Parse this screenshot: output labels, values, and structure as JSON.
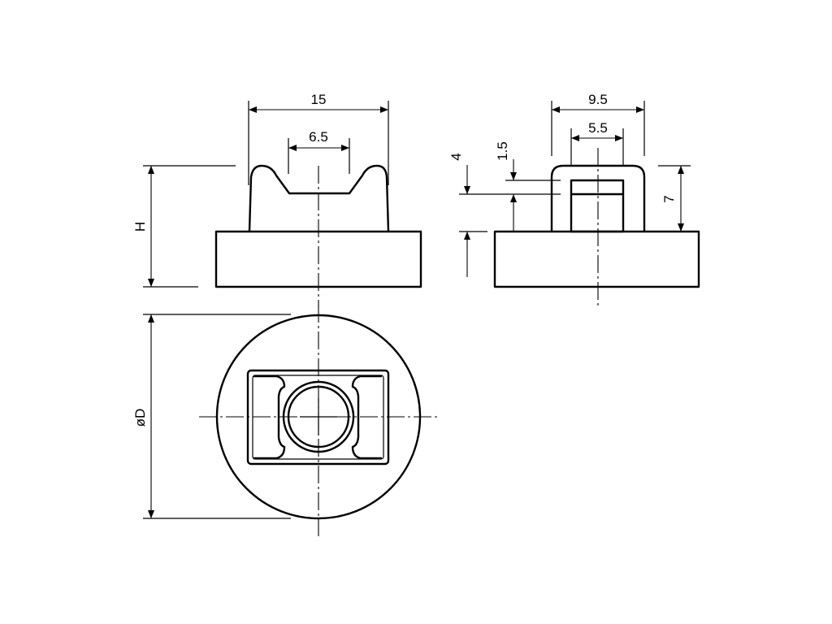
{
  "drawing": {
    "dimensions": {
      "width_15": "15",
      "slot_6_5": "6.5",
      "height_H": "H",
      "diameter_D": "øD",
      "width_9_5": "9.5",
      "width_5_5": "5.5",
      "height_4": "4",
      "height_1_5": "1.5",
      "height_7": "7"
    }
  }
}
